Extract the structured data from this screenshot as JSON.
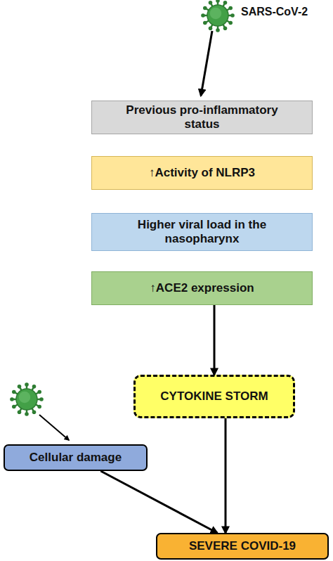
{
  "diagram": {
    "nodes": [
      {
        "text": [
          "Previous pro-inflammatory status"
        ]
      },
      {
        "text": [
          "↑Activity of NLRP3"
        ]
      },
      {
        "text": [
          "Higher viral load in the nasopharynx"
        ]
      },
      {
        "text": [
          "↑ACE2 expression"
        ]
      },
      {
        "text": [
          "CYTOKINE STORM"
        ]
      },
      {
        "text": [
          "Cellular damage"
        ]
      },
      {
        "text": [
          "SEVERE COVID-19"
        ]
      }
    ],
    "edges": [
      {
        "from": 3,
        "to": 4,
        "arrow": "to"
      },
      {
        "from": 4,
        "to": 6,
        "arrow": "to"
      },
      {
        "from": 5,
        "to": 6,
        "arrow": "to"
      }
    ],
    "labels": [
      "SARS-CoV-2"
    ]
  }
}
